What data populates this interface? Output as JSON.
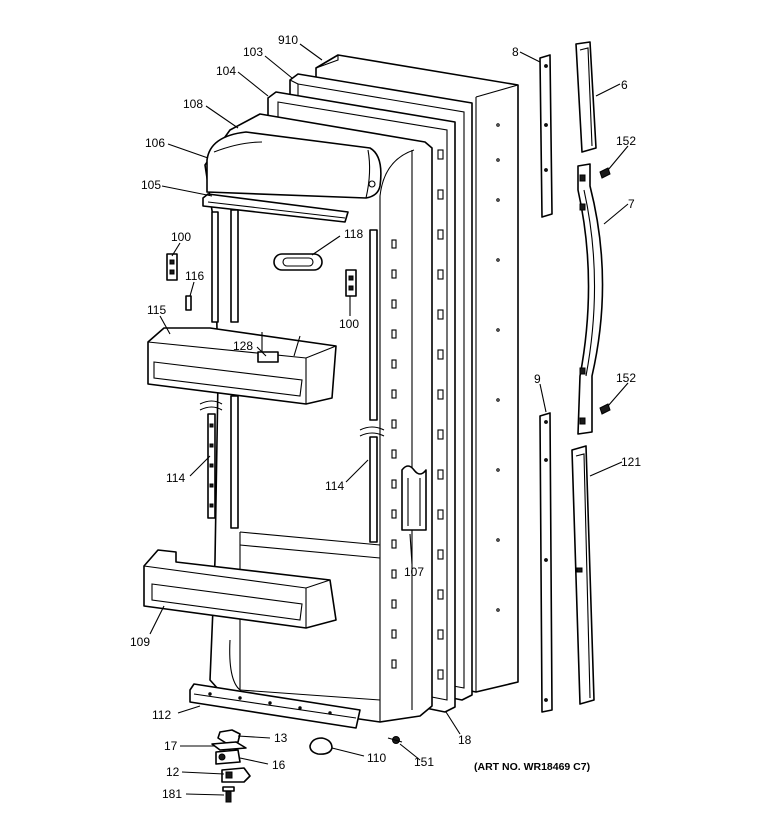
{
  "art_number": "(ART NO. WR18469 C7)",
  "callouts": [
    {
      "id": "910",
      "label": "910"
    },
    {
      "id": "103",
      "label": "103"
    },
    {
      "id": "104",
      "label": "104"
    },
    {
      "id": "108",
      "label": "108"
    },
    {
      "id": "106",
      "label": "106"
    },
    {
      "id": "105",
      "label": "105"
    },
    {
      "id": "100a",
      "label": "100"
    },
    {
      "id": "116",
      "label": "116"
    },
    {
      "id": "118",
      "label": "118"
    },
    {
      "id": "100b",
      "label": "100"
    },
    {
      "id": "115",
      "label": "115"
    },
    {
      "id": "128",
      "label": "128"
    },
    {
      "id": "114a",
      "label": "114"
    },
    {
      "id": "114b",
      "label": "114"
    },
    {
      "id": "107",
      "label": "107"
    },
    {
      "id": "109",
      "label": "109"
    },
    {
      "id": "112",
      "label": "112"
    },
    {
      "id": "17",
      "label": "17"
    },
    {
      "id": "13",
      "label": "13"
    },
    {
      "id": "12",
      "label": "12"
    },
    {
      "id": "16",
      "label": "16"
    },
    {
      "id": "181",
      "label": "181"
    },
    {
      "id": "110",
      "label": "110"
    },
    {
      "id": "151",
      "label": "151"
    },
    {
      "id": "18",
      "label": "18"
    },
    {
      "id": "8",
      "label": "8"
    },
    {
      "id": "6",
      "label": "6"
    },
    {
      "id": "152a",
      "label": "152"
    },
    {
      "id": "7",
      "label": "7"
    },
    {
      "id": "9",
      "label": "9"
    },
    {
      "id": "152b",
      "label": "152"
    },
    {
      "id": "121",
      "label": "121"
    }
  ]
}
